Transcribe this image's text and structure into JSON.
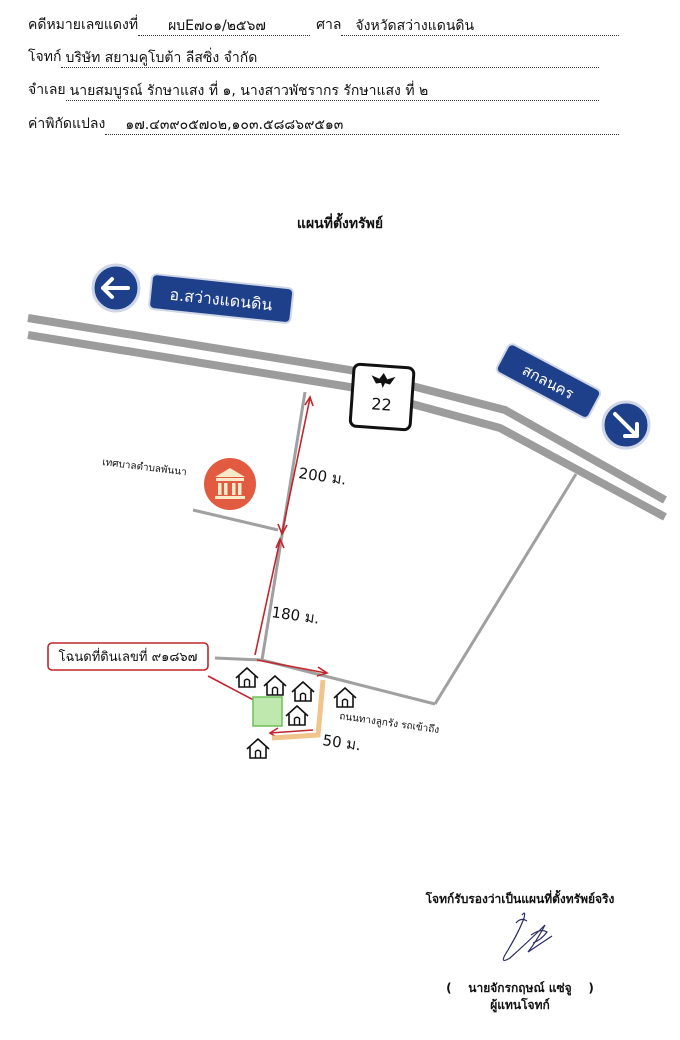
{
  "header": {
    "case_label": "คดีหมายเลขแดงที่",
    "case_value": "ผบE๗๐๑/๒๕๖๗",
    "court_label": "ศาล",
    "court_value": "จังหวัดสว่างแดนดิน",
    "plaintiff_label": "โจทก์",
    "plaintiff_value": "บริษัท สยามคูโบต้า ลีสซิ่ง  จำกัด",
    "defendant_label": "จำเลย",
    "defendant_value": "นายสมบูรณ์ รักษาแสง ที่ ๑, นางสาวพัชรากร รักษาแสง ที่ ๒",
    "coord_label": "ค่าพิกัดแปลง",
    "coord_value": "๑๗.๔๓๙๐๕๗๐๒,๑๐๓.๕๘๘๖๙๕๑๓"
  },
  "map": {
    "title": "แผนที่ตั้งทรัพย์",
    "left_sign": "อ.สว่างแดนดิน",
    "right_sign": "สกลนคร",
    "highway_number": "22",
    "municipality": "เทศบาลตำบลพันนา",
    "dist_200": "200 ม.",
    "dist_180": "180 ม.",
    "dist_50": "50 ม.",
    "deed_label": "โฉนดที่ดินเลขที่ ๙๑๘๖๗",
    "road_note": "ถนนทางลูกรัง รถเข้าถึง",
    "colors": {
      "sign_blue": "#1e3f8a",
      "road_gray": "#9c9c9c",
      "arrow_red": "#c0262c",
      "plot_green": "#8fd17a",
      "lane_orange": "#f0c48a",
      "gov_icon": "#e25b41"
    },
    "icons": [
      "arrow-left-icon",
      "arrow-right-icon",
      "garuda-icon",
      "government-building-icon",
      "house-icon"
    ]
  },
  "footer": {
    "certify": "โจทก์รับรองว่าเป็นแผนที่ตั้งทรัพย์จริง",
    "name": "(    นายจักรกฤษณ์ แซ่จู    )",
    "role": "ผู้แทนโจทก์"
  }
}
